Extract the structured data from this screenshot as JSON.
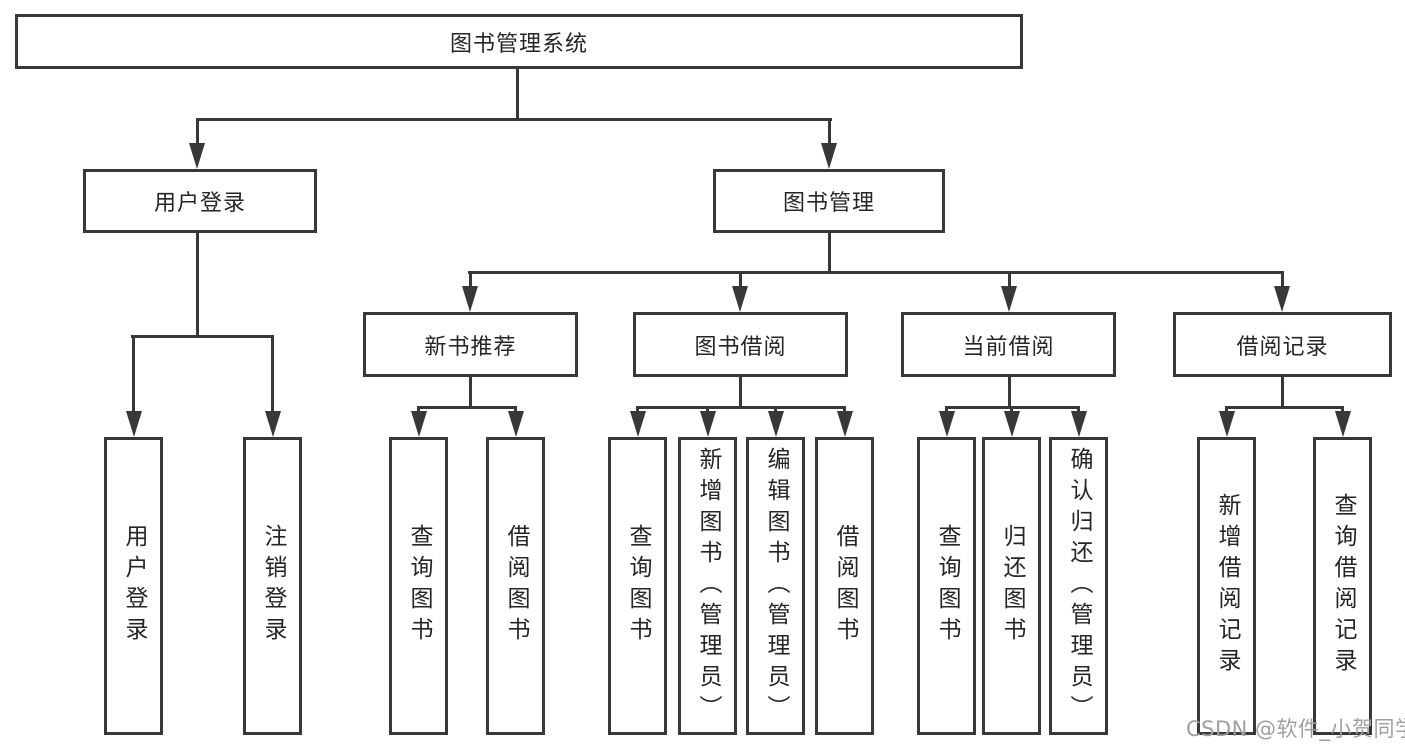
{
  "diagram": {
    "root": {
      "label": "图书管理系统"
    },
    "branches": [
      {
        "label": "用户登录",
        "children": [
          "用户登录",
          "注销登录"
        ]
      },
      {
        "label": "图书管理",
        "groups": [
          {
            "label": "新书推荐",
            "children": [
              "查询图书",
              "借阅图书"
            ]
          },
          {
            "label": "图书借阅",
            "children": [
              "查询图书",
              "新增图书（管理员）",
              "编辑图书（管理员）",
              "借阅图书"
            ]
          },
          {
            "label": "当前借阅",
            "children": [
              "查询图书",
              "归还图书",
              "确认归还（管理员）"
            ]
          },
          {
            "label": "借阅记录",
            "children": [
              "新增借阅记录",
              "查询借阅记录"
            ]
          }
        ]
      }
    ]
  },
  "watermark": "CSDN @软件_小贺同学",
  "colors": {
    "line": "#383838",
    "text": "#262626",
    "watermark": "#9f9f9f",
    "background": "#ffffff"
  }
}
